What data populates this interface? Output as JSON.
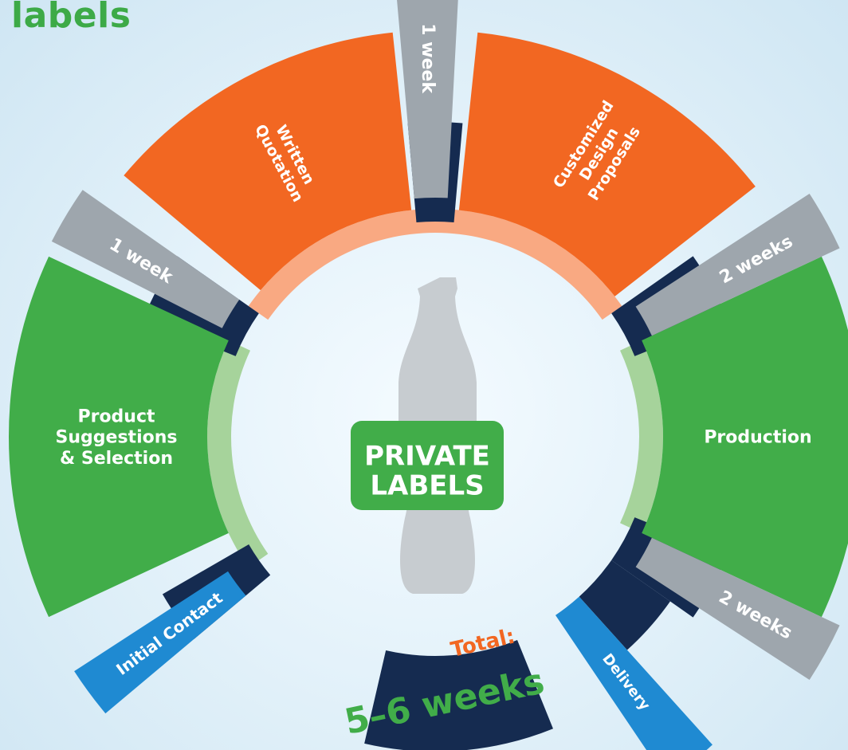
{
  "title": "labels",
  "center": {
    "line1": "PRIVATE",
    "line2": "LABELS"
  },
  "steps": {
    "initial_contact": "Initial Contact",
    "product_selection": [
      "Product",
      "Suggestions",
      "& Selection"
    ],
    "written_quotation": [
      "Written",
      "Quotation"
    ],
    "design_proposals": [
      "Customized",
      "Design",
      "Proposals"
    ],
    "production": "Production",
    "delivery": "Delivery"
  },
  "durations": {
    "after_selection": "1 week",
    "after_quotation": "1 week",
    "after_design": "2 weeks",
    "after_production": "2 weeks"
  },
  "total": {
    "label": "Total:",
    "value": "5–6 weeks"
  },
  "colors": {
    "green": "#41ad49",
    "orange": "#f26722",
    "gray": "#9ea6ad",
    "navy": "#152b50",
    "blue": "#1f8ad2",
    "light_green": "#a6d39b",
    "light_orange": "#f9a982",
    "bottle": "#c7ccd0"
  }
}
